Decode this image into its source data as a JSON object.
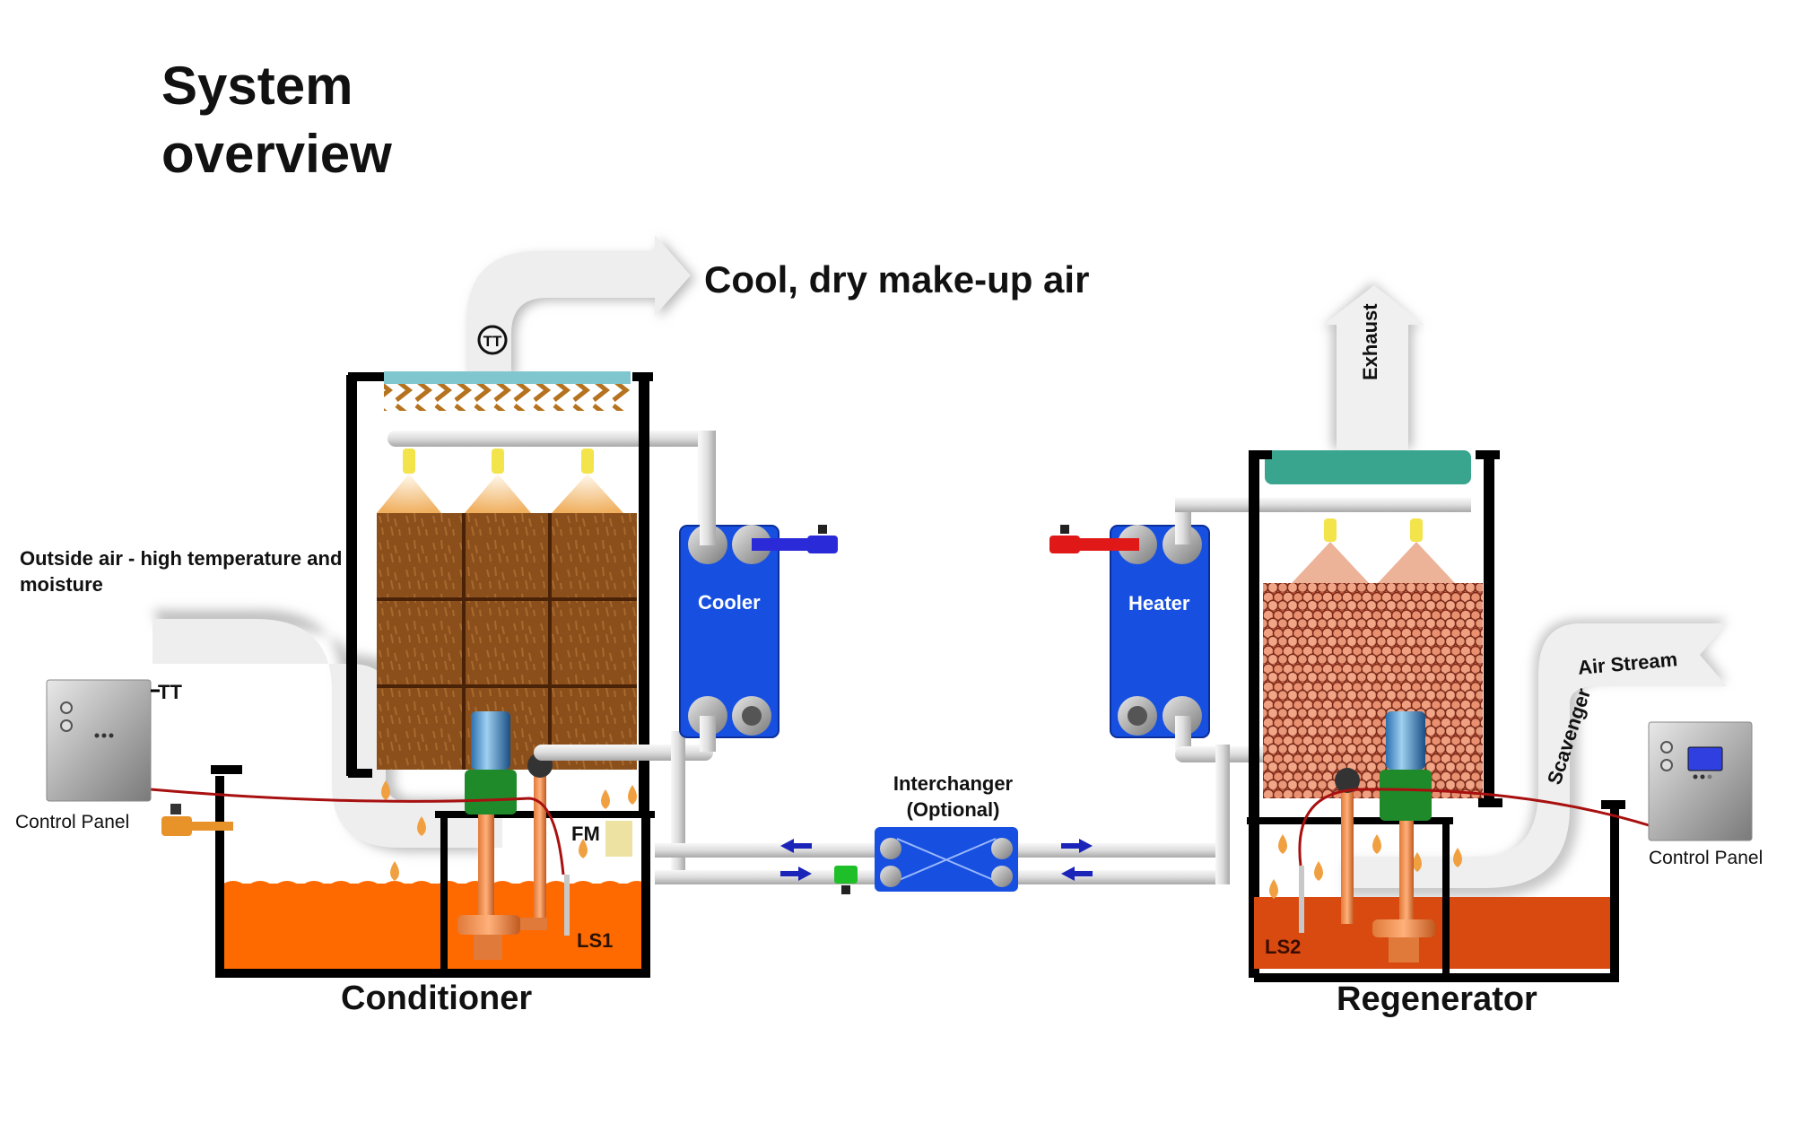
{
  "title": "System overview",
  "labels": {
    "cool_dry_air": "Cool, dry make-up air",
    "outside_air": "Outside air - high temperature and moisture",
    "exhaust": "Exhaust",
    "scavenger": "Scavenger",
    "air_stream": "Air Stream",
    "interchanger": "Interchanger (Optional)",
    "cooler": "Cooler",
    "heater": "Heater",
    "conditioner": "Conditioner",
    "regenerator": "Regenerator"
  },
  "control_panels": {
    "left": {
      "label": "Control Panel",
      "sensor_tag": "TT"
    },
    "right": {
      "label": "Control Panel"
    }
  },
  "instrument_tags": {
    "temperature_transmitter": "TT",
    "flow_meter": "FM",
    "level_switch_1": "LS1",
    "level_switch_2": "LS2"
  },
  "colors": {
    "conditioner_liquid": "#ff6a00",
    "regenerator_liquid": "#d84a10",
    "heat_exchanger": "#1750e0",
    "hot_pipe": "#e01818",
    "cold_pipe": "#2a2ad8",
    "green_valve": "#1fbf2a",
    "media_brown": "#8b4f1c",
    "media_pebbles": "#e89878",
    "mist_eliminator_left": "#7fc6cf",
    "mist_eliminator_right": "#3aa58f",
    "flow_arrow": "#1a24b8"
  }
}
